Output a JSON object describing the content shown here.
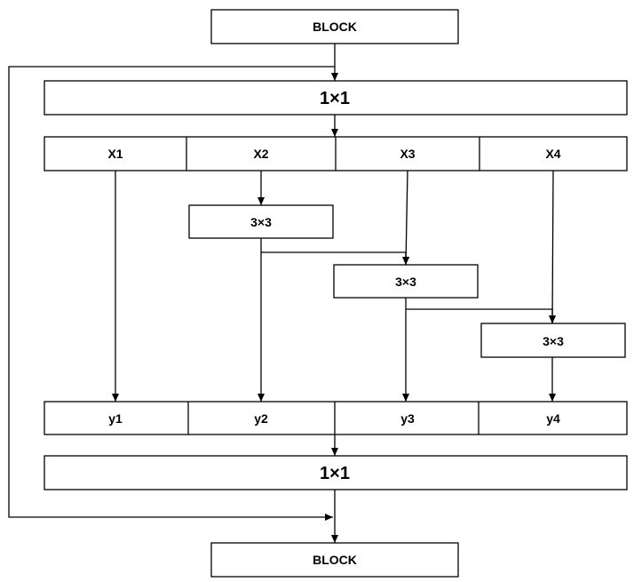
{
  "blocks": {
    "top": "BLOCK",
    "bottom": "BLOCK"
  },
  "conv": {
    "top": "1×1",
    "bottom": "1×1",
    "k2": "3×3",
    "k3": "3×3",
    "k4": "3×3"
  },
  "splits": [
    "X1",
    "X2",
    "X3",
    "X4"
  ],
  "outputs": [
    "y1",
    "y2",
    "y3",
    "y4"
  ]
}
